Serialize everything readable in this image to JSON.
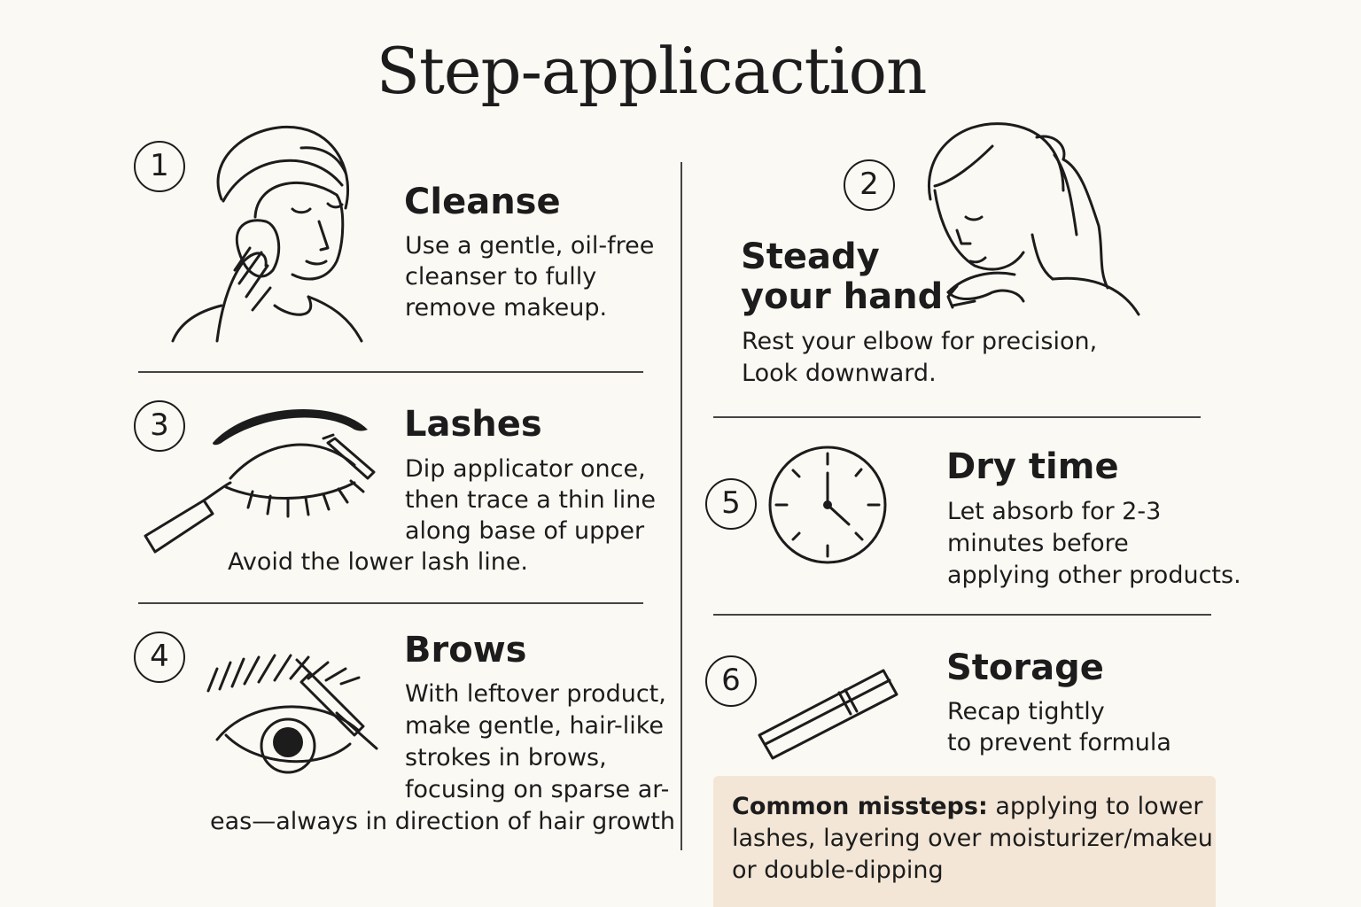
{
  "title": "Step-applicaction",
  "steps": [
    {
      "number": "1",
      "heading": "Cleanse",
      "body": [
        "Use a gentle, oil-free",
        "cleanser to fully",
        "remove makeup."
      ]
    },
    {
      "number": "2",
      "heading": [
        "Steady",
        "your hand"
      ],
      "body": [
        "Rest your elbow for precision,",
        "Look downward."
      ]
    },
    {
      "number": "3",
      "heading": "Lashes",
      "body": [
        "Dip applicator once,",
        "then trace a thin line",
        "along base of upper",
        "Avoid the lower lash line."
      ]
    },
    {
      "number": "4",
      "heading": "Brows",
      "body": [
        "With leftover product,",
        "make gentle, hair-like",
        "strokes in brows,",
        "focusing on sparse ar-",
        "eas—always in direction of hair growth"
      ]
    },
    {
      "number": "5",
      "heading": "Dry time",
      "body": [
        "Let absorb for 2-3",
        "minutes before",
        "applying other products."
      ]
    },
    {
      "number": "6",
      "heading": "Storage",
      "body": [
        "Recap tightly",
        "to prevent formula"
      ]
    }
  ],
  "callout": {
    "label": "Common missteps:",
    "line1": "applying to lower",
    "line2": "lashes, layering over moisturizer/makeu",
    "line3": "or double-dipping"
  },
  "icons": [
    "face-cleansing-icon",
    "woman-looking-down-icon",
    "eye-lash-applicator-icon",
    "eye-brow-applicator-icon",
    "clock-icon",
    "serum-tube-icon"
  ],
  "colors": {
    "background": "#fbf9f4",
    "ink": "#1c1c1c",
    "callout_bg": "#f3e6d6"
  }
}
